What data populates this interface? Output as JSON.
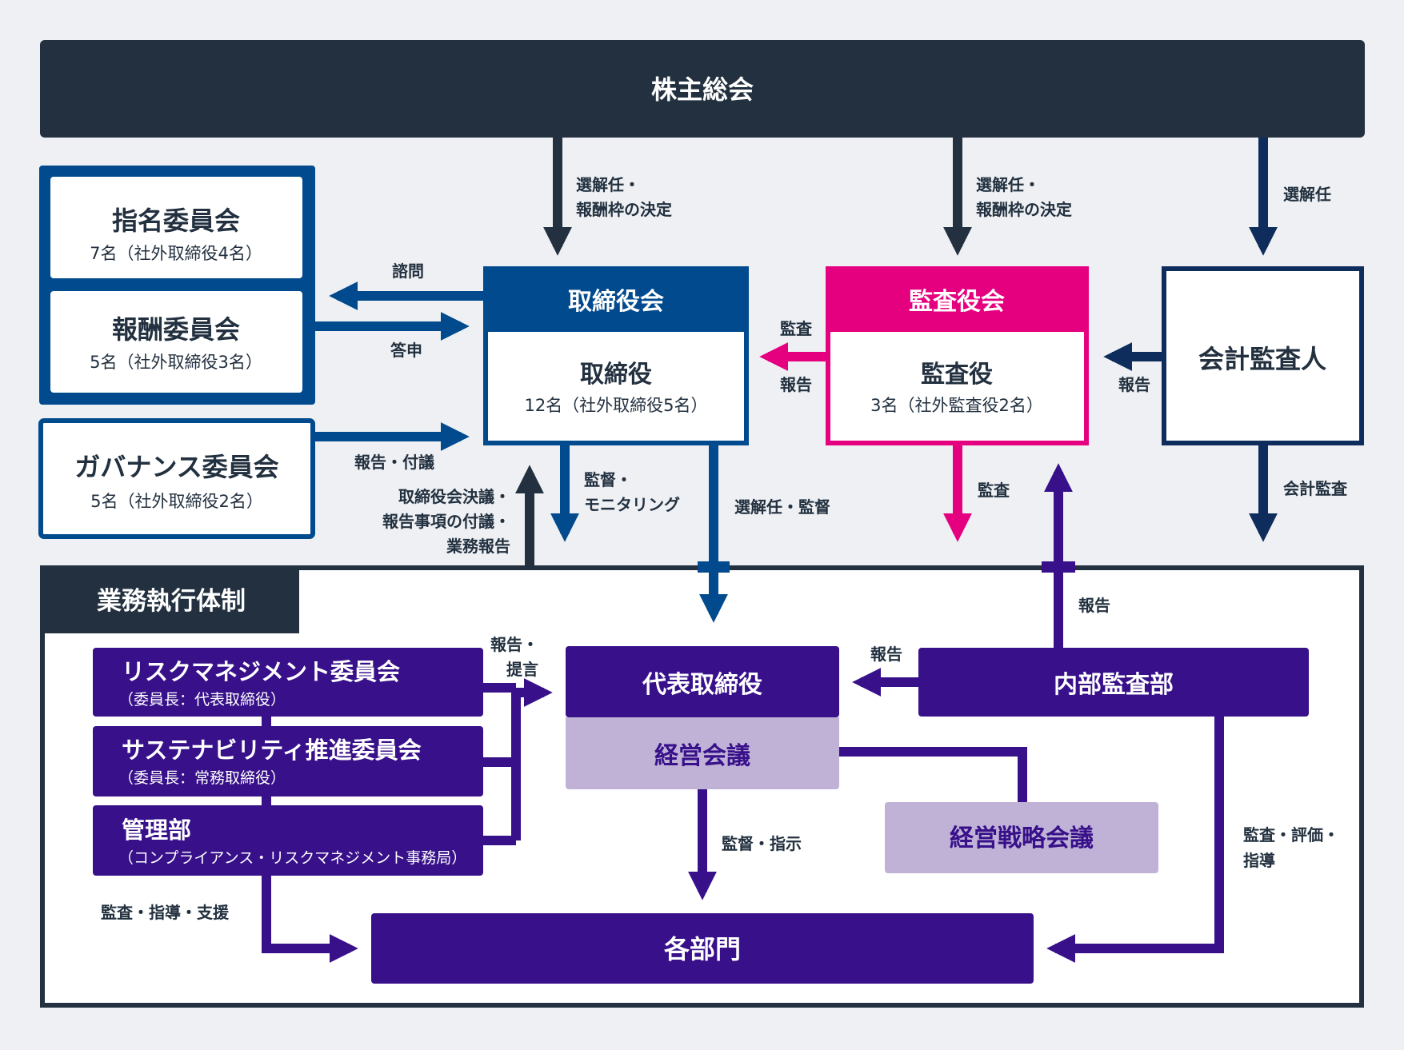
{
  "nodes": {
    "shareholders": "株主総会",
    "nomination_title": "指名委員会",
    "nomination_sub": "7名（社外取締役4名）",
    "compensation_title": "報酬委員会",
    "compensation_sub": "5名（社外取締役3名）",
    "governance_title": "ガバナンス委員会",
    "governance_sub": "5名（社外取締役2名）",
    "board_header": "取締役会",
    "board_title": "取締役",
    "board_sub": "12名（社外取締役5名）",
    "auditboard_header": "監査役会",
    "auditboard_title": "監査役",
    "auditboard_sub": "3名（社外監査役2名）",
    "accounting_auditor": "会計監査人",
    "execution_tab": "業務執行体制",
    "risk_title": "リスクマネジメント委員会",
    "risk_sub": "（委員長：代表取締役）",
    "sustain_title": "サステナビリティ推進委員会",
    "sustain_sub": "（委員長：常務取締役）",
    "admin_title": "管理部",
    "admin_sub": "（コンプライアンス・リスクマネジメント事務局）",
    "ceo": "代表取締役",
    "mgmt_meeting": "経営会議",
    "internal_audit": "内部監査部",
    "strategy_meeting": "経営戦略会議",
    "departments": "各部門"
  },
  "labels": {
    "board_appoint_1": "選解任・",
    "board_appoint_2": "報酬枠の決定",
    "audit_appoint_1": "選解任・",
    "audit_appoint_2": "報酬枠の決定",
    "auditor_appoint": "選解任",
    "consult": "諮問",
    "report_back": "答申",
    "gov_report": "報告・付議",
    "exec_report_1": "取締役会決議・",
    "exec_report_2": "報告事項の付議・",
    "exec_report_3": "業務報告",
    "supervise_1": "監督・",
    "supervise_2": "モニタリング",
    "appoint_supervise": "選解任・監督",
    "audit_to_board": "監査",
    "report_to_board": "報告",
    "report_to_audit": "報告",
    "audit_down": "監査",
    "accounting_audit": "会計監査",
    "ia_report_up": "報告",
    "ia_report_ceo": "報告",
    "committee_report_1": "報告・",
    "committee_report_2": "提言",
    "supervise_instruct": "監督・指示",
    "admin_support": "監査・指導・支援",
    "ia_eval_1": "監査・評価・",
    "ia_eval_2": "指導"
  },
  "colors": {
    "dark": "#22303f",
    "navy": "#004a8d",
    "magenta": "#e5007f",
    "purple": "#37108a",
    "lavender": "#c0b2d6",
    "darkNavyArrow": "#0e2d5c",
    "background": "#eef0f3"
  }
}
